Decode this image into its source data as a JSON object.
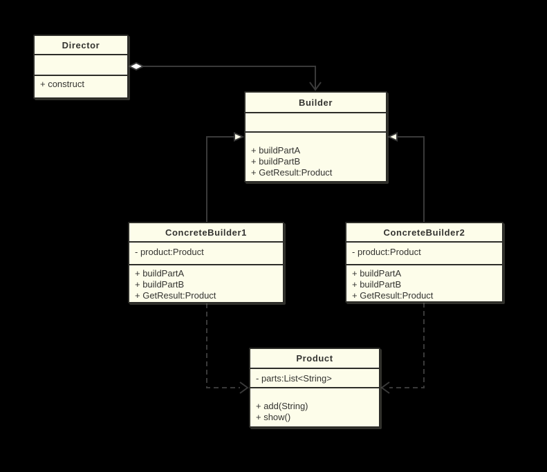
{
  "diagram": {
    "type": "uml-class-diagram",
    "pattern": "Builder",
    "colors": {
      "background": "#000000",
      "class_fill": "#fdfdea",
      "class_border": "#2c2c28",
      "connector": "#3a3a3a",
      "text": "#333330"
    },
    "classes": {
      "director": {
        "name": "Director",
        "attributes": [],
        "methods": [
          "+ construct"
        ]
      },
      "builder": {
        "name": "Builder",
        "attributes": [],
        "methods": [
          "+ buildPartA",
          "+ buildPartB",
          "+ GetResult:Product"
        ]
      },
      "concrete_builder1": {
        "name": "ConcreteBuilder1",
        "attributes": [
          "- product:Product"
        ],
        "methods": [
          "+ buildPartA",
          "+ buildPartB",
          "+ GetResult:Product"
        ]
      },
      "concrete_builder2": {
        "name": "ConcreteBuilder2",
        "attributes": [
          "- product:Product"
        ],
        "methods": [
          "+ buildPartA",
          "+ buildPartB",
          "+ GetResult:Product"
        ]
      },
      "product": {
        "name": "Product",
        "attributes": [
          "- parts:List<String>"
        ],
        "methods": [
          "+ add(String)",
          "+ show()"
        ]
      }
    },
    "relations": [
      {
        "from": "Director",
        "to": "Builder",
        "type": "aggregation"
      },
      {
        "from": "ConcreteBuilder1",
        "to": "Builder",
        "type": "generalization"
      },
      {
        "from": "ConcreteBuilder2",
        "to": "Builder",
        "type": "generalization"
      },
      {
        "from": "ConcreteBuilder1",
        "to": "Product",
        "type": "dependency"
      },
      {
        "from": "ConcreteBuilder2",
        "to": "Product",
        "type": "dependency"
      }
    ]
  }
}
